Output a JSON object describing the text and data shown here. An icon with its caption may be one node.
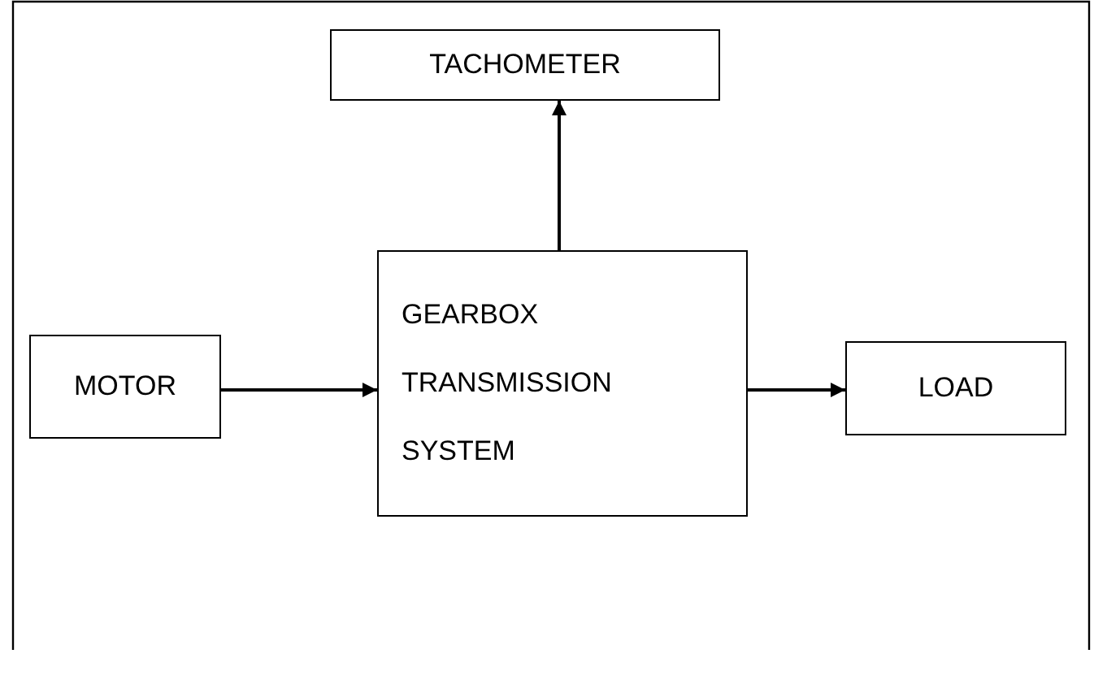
{
  "diagram": {
    "nodes": [
      {
        "text": [
          "TACHOMETER"
        ]
      },
      {
        "text": [
          "GEARBOX TRANSMISSION SYSTEM"
        ]
      },
      {
        "text": [
          "MOTOR"
        ]
      },
      {
        "text": [
          "LOAD"
        ]
      }
    ],
    "edges": [
      {
        "from": 2,
        "to": 1,
        "arrow": "to"
      },
      {
        "from": 1,
        "to": 3,
        "arrow": "to"
      },
      {
        "from": 1,
        "to": 0,
        "arrow": "to"
      }
    ]
  }
}
